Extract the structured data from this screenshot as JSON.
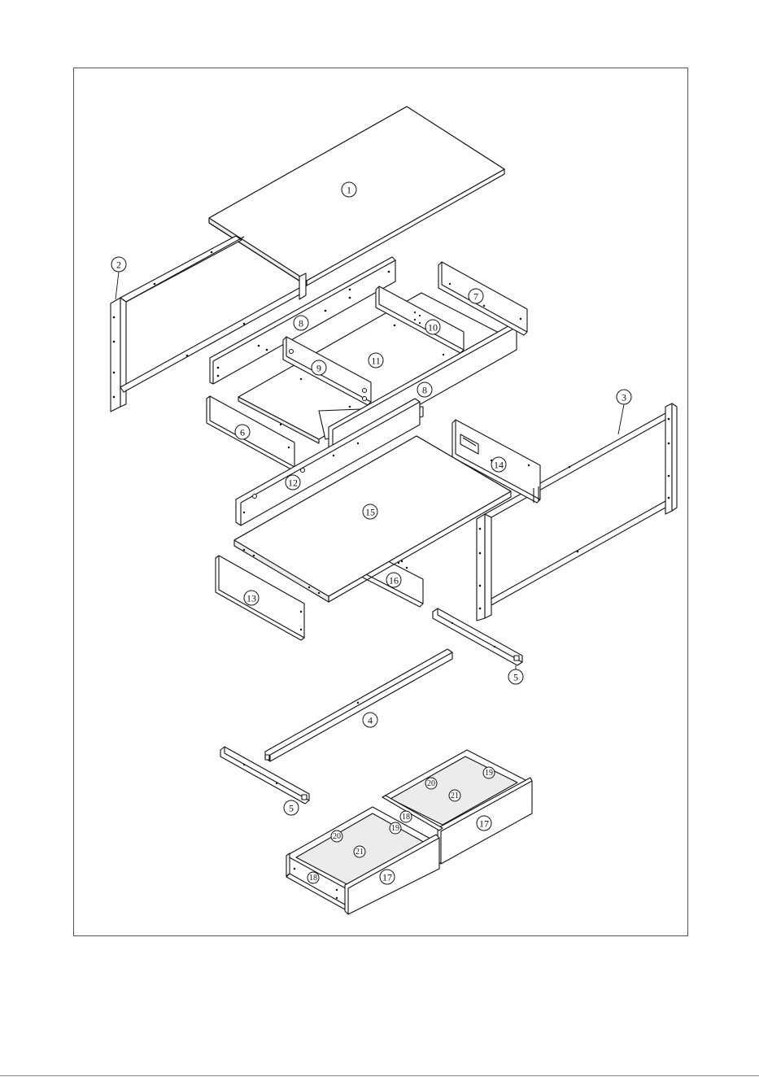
{
  "diagram": {
    "type": "exploded-assembly-view",
    "part_labels": [
      {
        "id": "p1",
        "label": "1"
      },
      {
        "id": "p2",
        "label": "2"
      },
      {
        "id": "p3",
        "label": "3"
      },
      {
        "id": "p4",
        "label": "4"
      },
      {
        "id": "p5a",
        "label": "5"
      },
      {
        "id": "p5b",
        "label": "5"
      },
      {
        "id": "p6",
        "label": "6"
      },
      {
        "id": "p7",
        "label": "7"
      },
      {
        "id": "p8a",
        "label": "8"
      },
      {
        "id": "p8b",
        "label": "8"
      },
      {
        "id": "p9",
        "label": "9"
      },
      {
        "id": "p10",
        "label": "10"
      },
      {
        "id": "p11",
        "label": "11"
      },
      {
        "id": "p12",
        "label": "12"
      },
      {
        "id": "p13",
        "label": "13"
      },
      {
        "id": "p14",
        "label": "14"
      },
      {
        "id": "p15",
        "label": "15"
      },
      {
        "id": "p16",
        "label": "16"
      },
      {
        "id": "p17a",
        "label": "17"
      },
      {
        "id": "p17b",
        "label": "17"
      },
      {
        "id": "p18a",
        "label": "18"
      },
      {
        "id": "p18b",
        "label": "18"
      },
      {
        "id": "p19a",
        "label": "19"
      },
      {
        "id": "p19b",
        "label": "19"
      },
      {
        "id": "p20a",
        "label": "20"
      },
      {
        "id": "p20b",
        "label": "20"
      },
      {
        "id": "p21a",
        "label": "21"
      },
      {
        "id": "p21b",
        "label": "21"
      }
    ]
  }
}
